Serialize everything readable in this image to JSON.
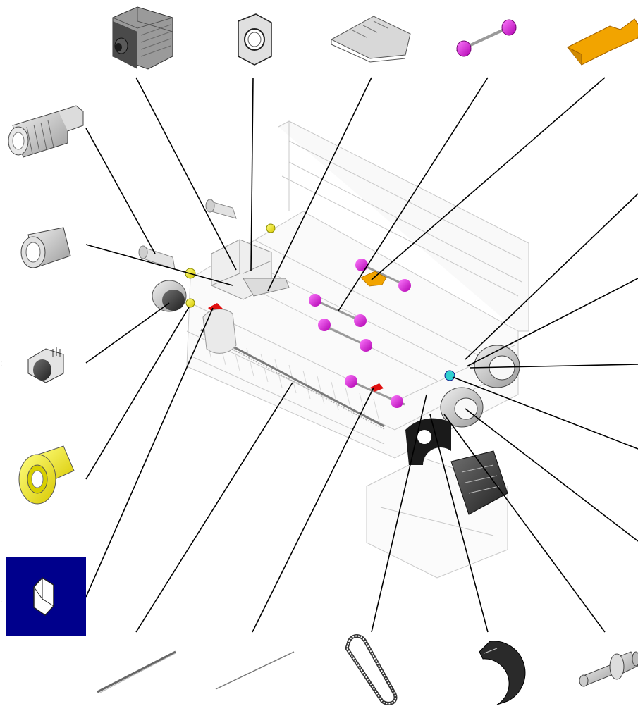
{
  "diagram": {
    "kind": "exploded-parts-diagram",
    "colors": {
      "background": "#ffffff",
      "leader_line": "#000000",
      "assembly_outline": "#cfcfcf",
      "magenta_roller": "#d41ed4",
      "yellow_bushing": "#f2ee00",
      "orange_guide": "#f2a400",
      "cyan_part": "#30d0d0",
      "red_marker": "#e01010",
      "blue_panel": "#00008c",
      "gray_metal": "#8a8a8a",
      "dark_metal": "#303030"
    },
    "parts": [
      {
        "id": "motor-top",
        "icon": "stepper-motor-icon"
      },
      {
        "id": "bracket-plate",
        "icon": "motor-bracket-icon"
      },
      {
        "id": "guide-plate",
        "icon": "guide-plate-icon"
      },
      {
        "id": "roller-shaft",
        "icon": "roller-shaft-icon"
      },
      {
        "id": "orange-guide",
        "icon": "paper-guide-icon"
      },
      {
        "id": "knurled-gear",
        "icon": "knurled-roller-icon"
      },
      {
        "id": "bushing-gray",
        "icon": "bushing-icon"
      },
      {
        "id": "small-motor",
        "icon": "small-motor-icon"
      },
      {
        "id": "bushing-yellow",
        "icon": "yellow-bushing-icon"
      },
      {
        "id": "sensor-blue",
        "icon": "sensor-block-icon"
      },
      {
        "id": "rod-1",
        "icon": "rod-icon"
      },
      {
        "id": "rod-2",
        "icon": "rod-icon"
      },
      {
        "id": "belt",
        "icon": "timing-belt-icon"
      },
      {
        "id": "clutch-disc",
        "icon": "clutch-plate-icon"
      },
      {
        "id": "shaft-pin",
        "icon": "stepped-shaft-icon"
      }
    ],
    "left_edge_marks": [
      ":",
      ":"
    ]
  }
}
